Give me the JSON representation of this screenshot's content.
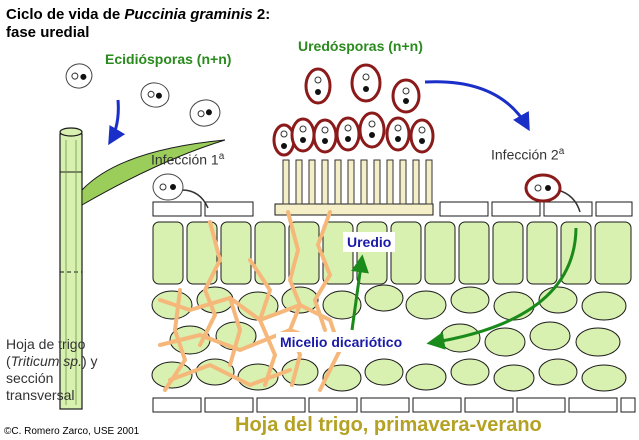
{
  "title": {
    "prefix": "Ciclo de vida de ",
    "species": "Puccinia graminis",
    "suffix": " 2:",
    "line2": "fase uredial"
  },
  "labels": {
    "ecidiosporas": "Ecidiósporas (n+n)",
    "uredosporas": "Uredósporas (n+n)",
    "infeccion1_base": "Infección 1",
    "infeccion1_sup": "a",
    "infeccion2_base": "Infección 2",
    "infeccion2_sup": "a",
    "uredio": "Uredio",
    "micelio": "Micelio dicariótico",
    "hoja_line1": "Hoja de trigo",
    "hoja_line2_open": "(",
    "hoja_line2_italic": "Triticum sp.",
    "hoja_line2_close": ") y",
    "hoja_line3": "sección",
    "hoja_line4": "transversal",
    "footer": "Hoja del trigo, primavera-verano",
    "credit": "©C. Romero Zarco, USE 2001"
  },
  "colors": {
    "leaf_green": "#d8f0b0",
    "leaf_outline": "#1a1a1a",
    "mycelium": "#f5b87a",
    "spore_wall": "#8b1a1a",
    "arrow_blue": "#1a2ec8",
    "arrow_green": "#1a8a1a",
    "text_green": "#2a8a1e",
    "footer_text": "#b5a224"
  }
}
